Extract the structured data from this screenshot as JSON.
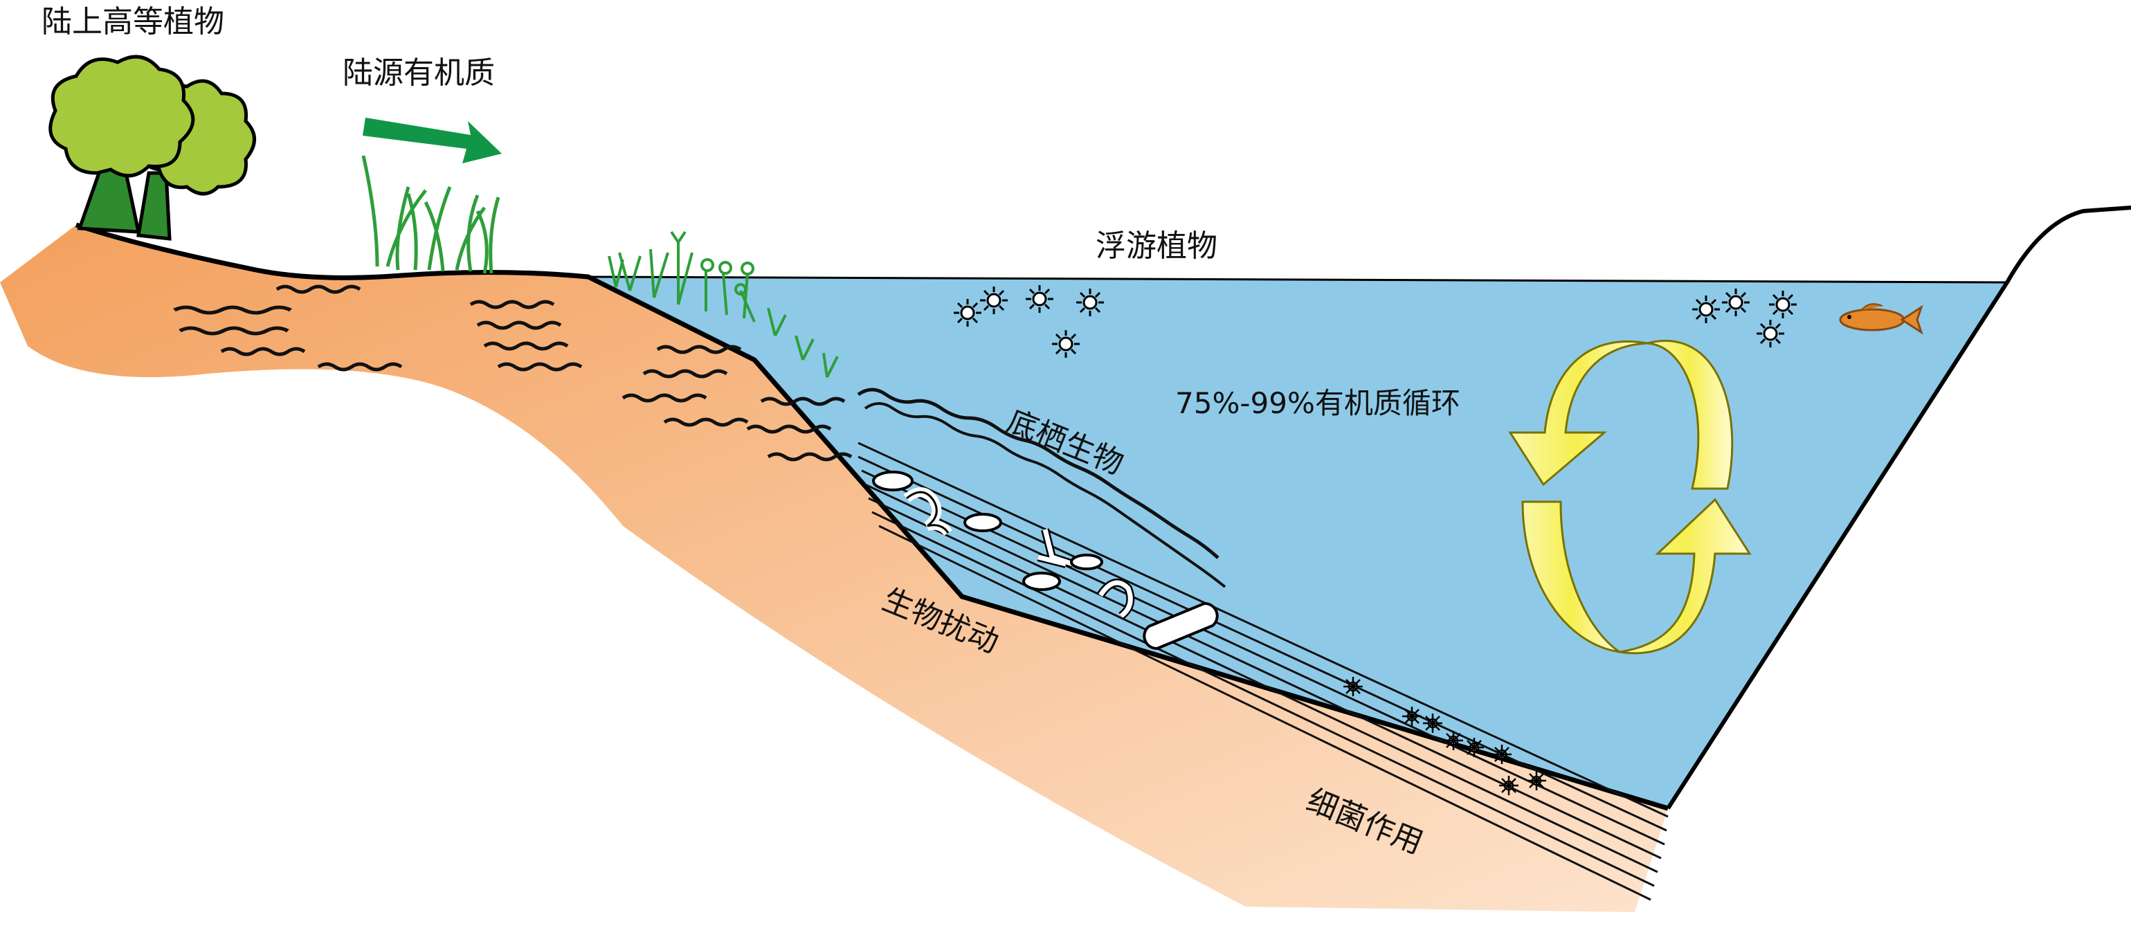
{
  "labels": {
    "land_plants": "陆上高等植物",
    "terrestrial_om": "陆源有机质",
    "phytoplankton": "浮游植物",
    "om_cycle": "75%-99%有机质循环",
    "benthos": "底栖生物",
    "bioturbation": "生物扰动",
    "bacteria": "细菌作用"
  },
  "colors": {
    "water": "#8ecae8",
    "sediment_dark": "#f3a05d",
    "sediment_light": "#fde3cc",
    "tree": "#a4c93c",
    "trunk": "#2e8b2e",
    "grass": "#2e9e3a",
    "arrow_green": "#119648",
    "cycle_yellow": "#f6ef4f",
    "fish": "#e58a2c"
  },
  "icons": {
    "plankton": "sun-star-icon",
    "fish": "fish-icon",
    "tree": "tree-icon"
  }
}
